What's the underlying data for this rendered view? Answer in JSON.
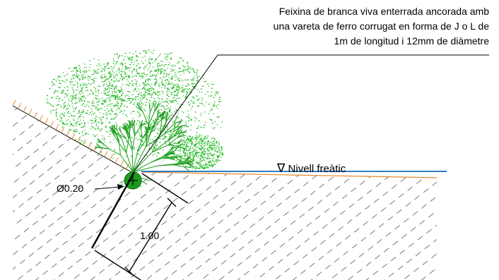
{
  "callout": {
    "line1": "Feixina de branca viva enterrada ancorada amb",
    "line2": "una vareta de ferro corrugat en forma de J o L de",
    "line3": "1m de longitud i 12mm de diàmetre"
  },
  "water_table": {
    "symbol": "∇",
    "label": "Nivell freàtic"
  },
  "dimensions": {
    "diameter": "Ø0.20",
    "length": "1.00"
  },
  "colors": {
    "foliage": "#22bb22",
    "fascine": "#1a9a1a",
    "water_line": "#2f7fc4",
    "ground_line": "#e08a2a",
    "hatch": "#555555",
    "ink": "#000000"
  }
}
